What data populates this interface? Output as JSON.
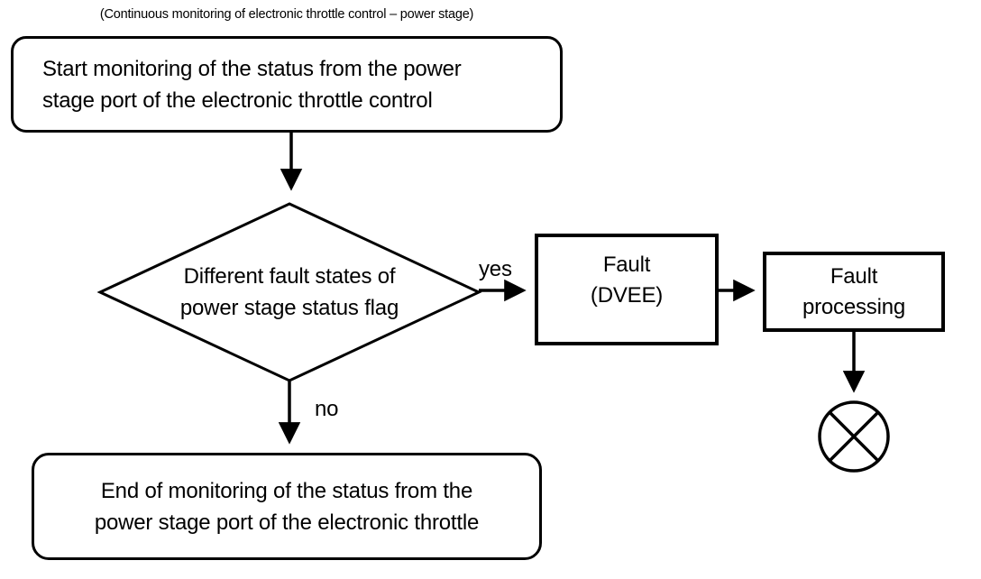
{
  "colors": {
    "background": "#ffffff",
    "line": "#000000",
    "text": "#000000"
  },
  "diagram": {
    "caption": "(Continuous monitoring of electronic throttle control – power stage)",
    "nodes": {
      "start": {
        "line1": "Start monitoring of the status from the power",
        "line2": "stage port of the electronic throttle control"
      },
      "decision": {
        "line1": "Different fault states of",
        "line2": "power stage status flag"
      },
      "fault_dvee": {
        "line1": "Fault",
        "line2": "(DVEE)"
      },
      "fault_processing": {
        "line1": "Fault",
        "line2": "processing"
      },
      "end": {
        "line1": "End of monitoring of the status from the",
        "line2": "power stage port of the electronic throttle"
      }
    },
    "edge_labels": {
      "yes": "yes",
      "no": "no"
    },
    "terminator_symbol": "crossed-circle"
  }
}
